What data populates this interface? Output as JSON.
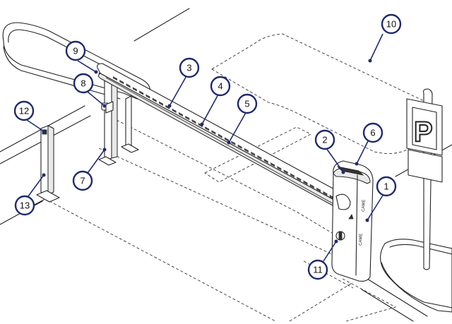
{
  "brand_text": "CAME",
  "sign_letter": "P",
  "callouts": [
    {
      "id": "callout-1",
      "label": "1"
    },
    {
      "id": "callout-2",
      "label": "2"
    },
    {
      "id": "callout-3",
      "label": "3"
    },
    {
      "id": "callout-4",
      "label": "4"
    },
    {
      "id": "callout-5",
      "label": "5"
    },
    {
      "id": "callout-6",
      "label": "6"
    },
    {
      "id": "callout-7",
      "label": "7"
    },
    {
      "id": "callout-8",
      "label": "8"
    },
    {
      "id": "callout-9",
      "label": "9"
    },
    {
      "id": "callout-10",
      "label": "10"
    },
    {
      "id": "callout-11",
      "label": "11"
    },
    {
      "id": "callout-12",
      "label": "12"
    },
    {
      "id": "callout-13",
      "label": "13"
    }
  ],
  "colors": {
    "callout_ring": "#1f2a6e",
    "line": "#222222"
  }
}
